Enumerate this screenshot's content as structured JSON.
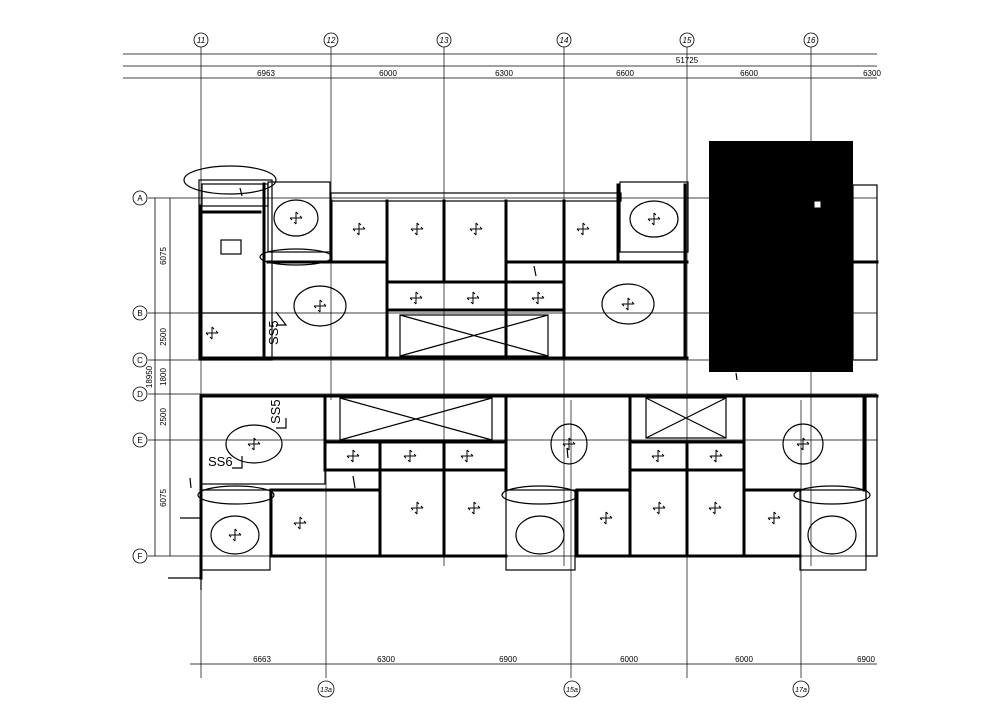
{
  "top_axes": [
    {
      "id": "axis-11",
      "label": "11"
    },
    {
      "id": "axis-12",
      "label": "12"
    },
    {
      "id": "axis-13",
      "label": "13"
    },
    {
      "id": "axis-14",
      "label": "14"
    },
    {
      "id": "axis-15",
      "label": "15"
    },
    {
      "id": "axis-16",
      "label": "16"
    }
  ],
  "top_overall_dimension": "51725",
  "top_dimensions": [
    "6963",
    "6000",
    "6300",
    "6600",
    "6600",
    "6300"
  ],
  "left_axes": [
    {
      "id": "axis-a",
      "label": "A"
    },
    {
      "id": "axis-b",
      "label": "B"
    },
    {
      "id": "axis-c",
      "label": "C"
    },
    {
      "id": "axis-d",
      "label": "D"
    },
    {
      "id": "axis-e",
      "label": "E"
    },
    {
      "id": "axis-f",
      "label": "F"
    }
  ],
  "left_dimensions": [
    "6075",
    "2500",
    "1800",
    "2500",
    "6075"
  ],
  "left_overall_dimension": "18950",
  "bottom_dimensions": [
    "6663",
    "6300",
    "6900",
    "6000",
    "6000",
    "6900"
  ],
  "bottom_axes": [
    {
      "id": "axis-13a",
      "label": "13a"
    },
    {
      "id": "axis-15a",
      "label": "15a"
    },
    {
      "id": "axis-17a",
      "label": "17a"
    }
  ],
  "section_marks": [
    {
      "id": "ss5-upper",
      "label": "SS5"
    },
    {
      "id": "ss5-lower",
      "label": "SS5"
    },
    {
      "id": "ss6",
      "label": "SS6"
    }
  ],
  "room_markers": {
    "icon": "ceiling-diffuser-icon",
    "count": 28
  },
  "redaction_block": {
    "color": "#000000"
  }
}
